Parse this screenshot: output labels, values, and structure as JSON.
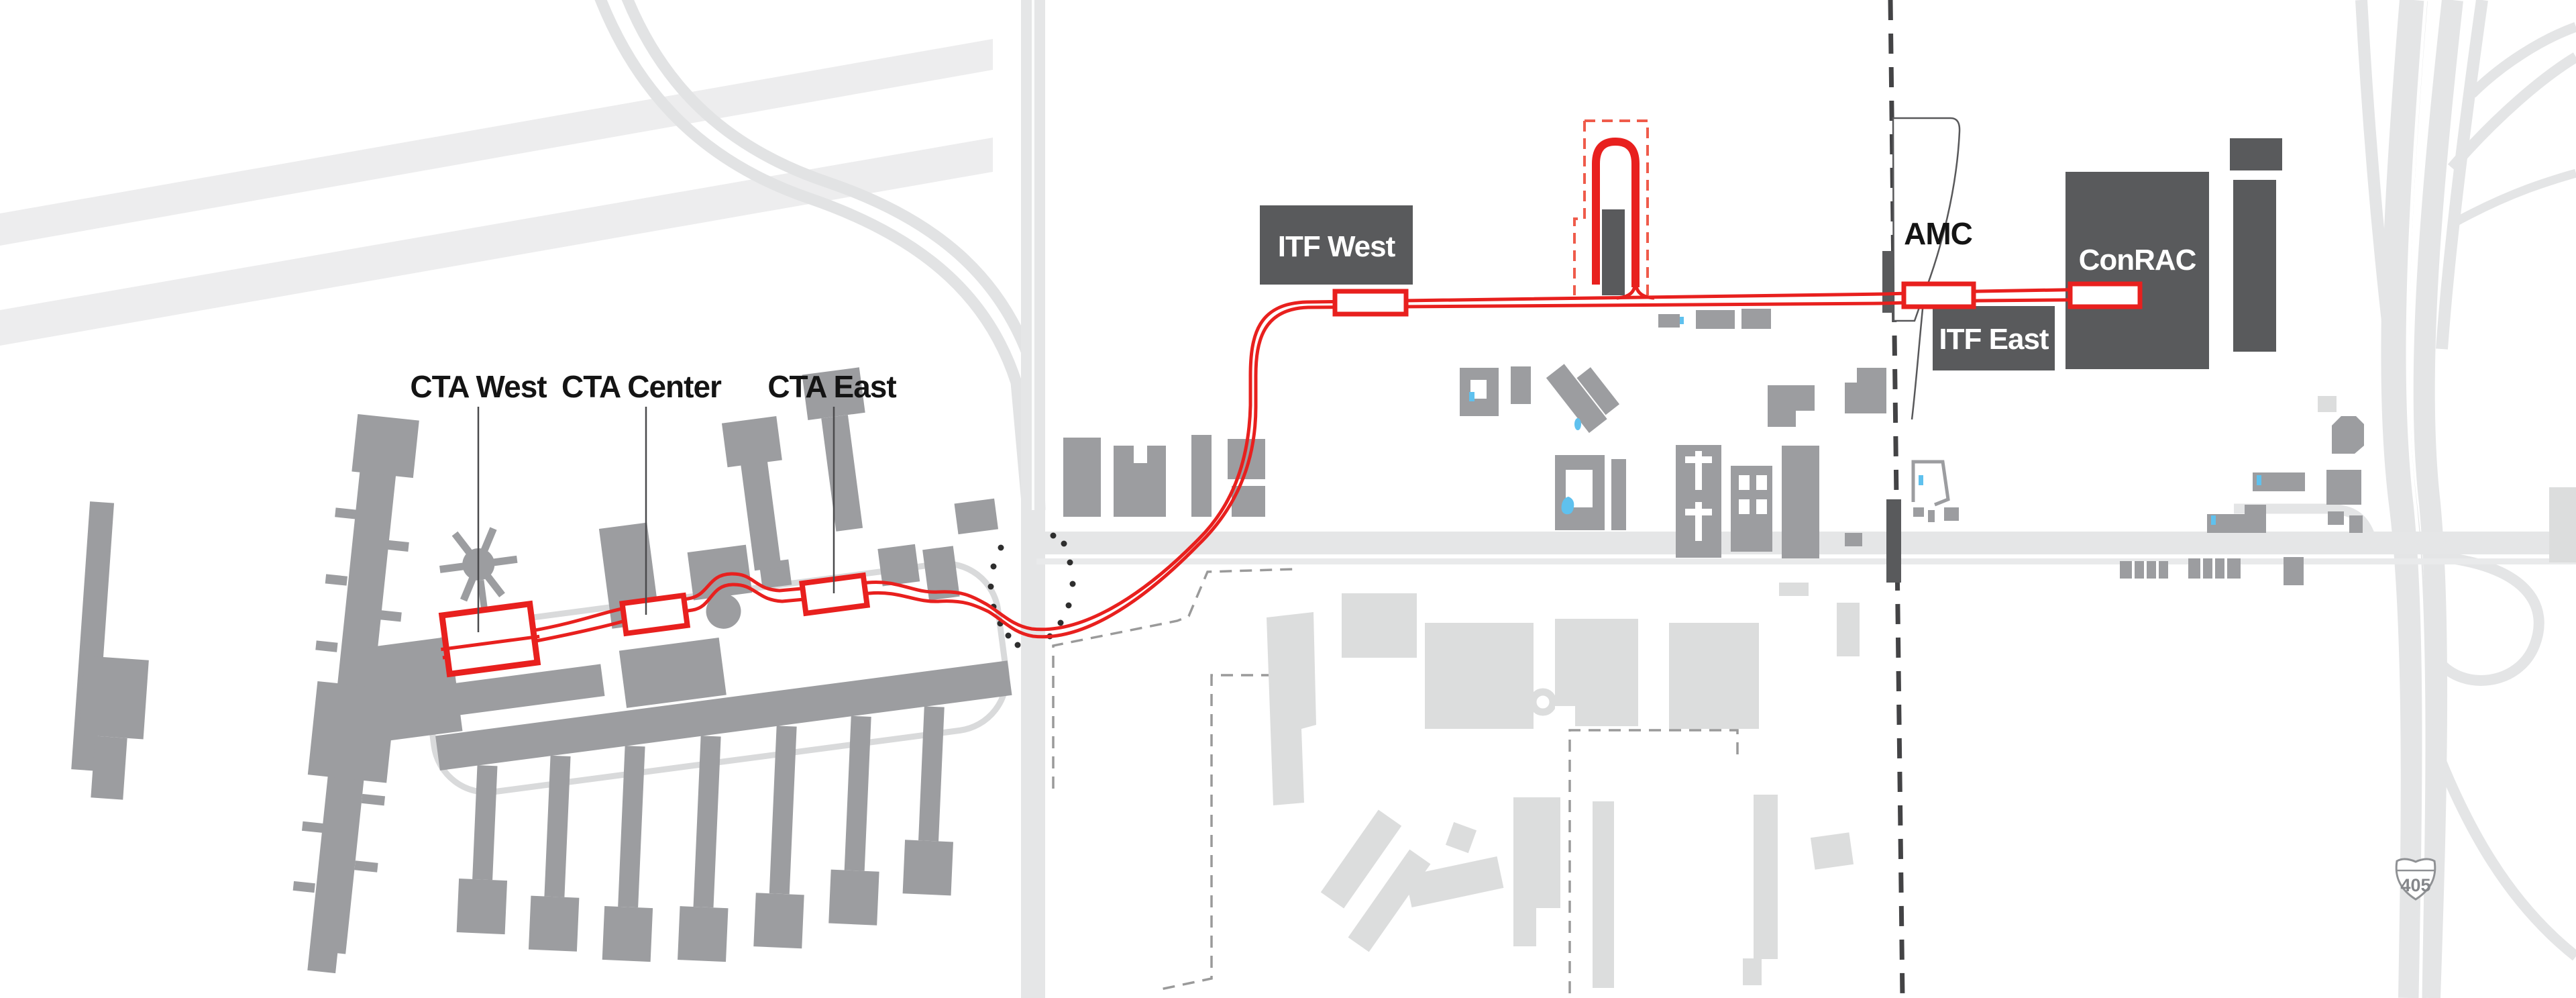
{
  "labels": {
    "cta_west": "CTA West",
    "cta_center": "CTA Center",
    "cta_east": "CTA East",
    "itf_west": "ITF West",
    "itf_east": "ITF East",
    "amc": "AMC",
    "conrac": "ConRAC",
    "freeway_shield": "405"
  },
  "stations_order": [
    "CTA West",
    "CTA Center",
    "CTA East",
    "ITF West",
    "AMC",
    "ITF East",
    "ConRAC"
  ],
  "colors": {
    "apm_route_red": "#e8201e",
    "maintenance_dashed_red": "#ef5b4b",
    "dark_building": "#595a5c",
    "terminal_gray": "#9c9da0",
    "light_building": "#dcdddd",
    "road_gray": "#e5e6e7",
    "runway_gray": "#ededee",
    "boundary_dash": "#434345",
    "pool_blue": "#5fc1ee",
    "background": "#ffffff"
  }
}
